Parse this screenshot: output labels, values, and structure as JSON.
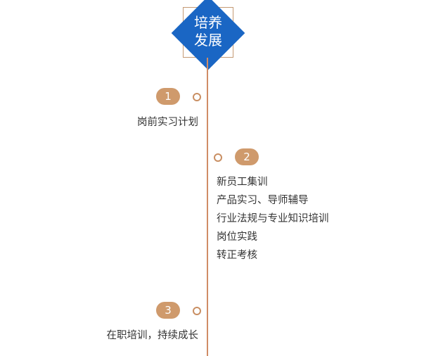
{
  "center": {
    "title_line1": "培养",
    "title_line2": "发展"
  },
  "steps": [
    {
      "number": "1",
      "items": [
        "岗前实习计划"
      ]
    },
    {
      "number": "2",
      "items": [
        "新员工集训",
        "产品实习、导师辅导",
        "行业法规与专业知识培训",
        "岗位实践",
        "转正考核"
      ]
    },
    {
      "number": "3",
      "items": [
        "在职培训，持续成长"
      ]
    }
  ],
  "colors": {
    "accent": "#cf9a6c",
    "diamond": "#1a66c4",
    "line": "#d08c66"
  }
}
